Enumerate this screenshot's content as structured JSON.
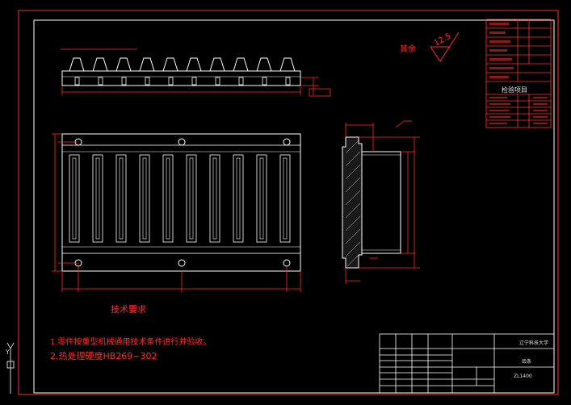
{
  "drawing": {
    "tech_requirements_title": "技术要求",
    "tech_requirements": [
      "1.零件按重型机械通用技术条件进行并验收。",
      "2.热处理硬度HB269~302"
    ],
    "roughness_label": "其余",
    "roughness_value": "12.5",
    "inspection_title": "检验项目",
    "title_block": {
      "school": "辽宁科技大学",
      "part_name": "齿条",
      "drawing_code": "ZL1400"
    },
    "ucs_y": "Y"
  },
  "colors": {
    "background": "#000000",
    "geometry": "#ffffff",
    "annotation": "#ff2a2a",
    "frame_outer": "#ff3030"
  }
}
